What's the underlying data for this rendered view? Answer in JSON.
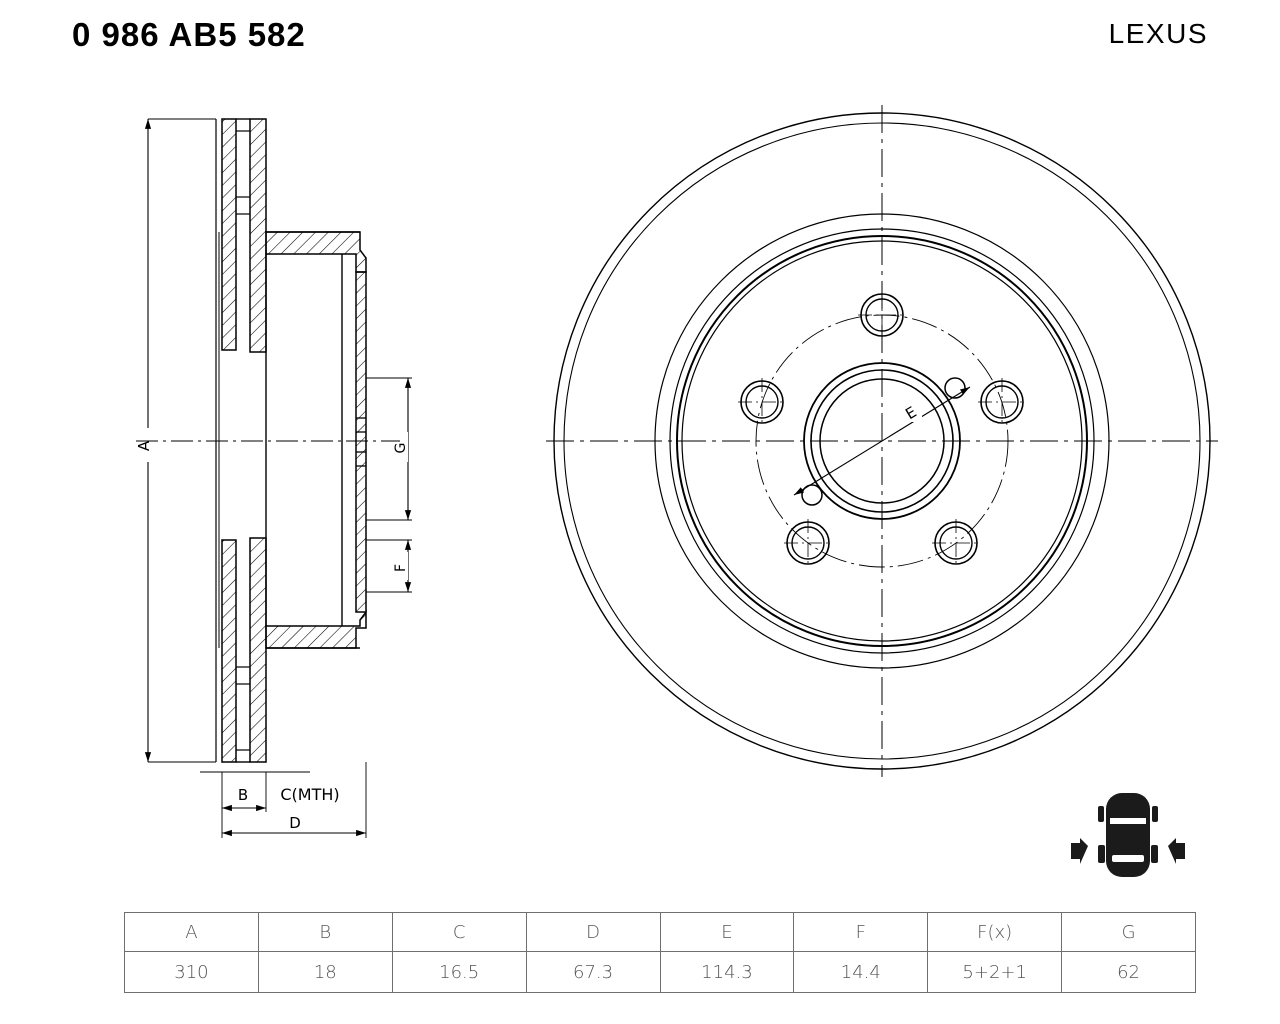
{
  "header": {
    "part_number": "0 986 AB5 582",
    "brand": "LEXUS"
  },
  "drawing": {
    "title": "Brake disc technical drawing",
    "views": {
      "section_view": {
        "name": "cross-section-view",
        "labels": {
          "A": "A",
          "B": "B",
          "C": "C(MTH)",
          "D": "D",
          "F": "F",
          "G": "G"
        }
      },
      "face_view": {
        "name": "face-view",
        "labels": {
          "E": "E"
        },
        "bolt_holes": 5,
        "small_holes": 2,
        "center_bore": 1
      }
    },
    "axle_icon": {
      "name": "rear-axle-car-icon"
    }
  },
  "dimension_table": {
    "headers": [
      "A",
      "B",
      "C",
      "D",
      "E",
      "F",
      "F(x)",
      "G"
    ],
    "values": [
      "310",
      "18",
      "16.5",
      "67.3",
      "114.3",
      "14.4",
      "5+2+1",
      "62"
    ]
  },
  "colors": {
    "line": "#000000",
    "table_border": "#6f6f6f",
    "table_text": "#555555",
    "hatch": "#000000"
  }
}
